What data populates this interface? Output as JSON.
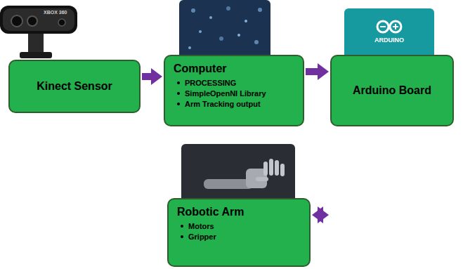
{
  "diagram": {
    "nodes": [
      {
        "text": [
          "Kinect Sensor"
        ]
      },
      {
        "text": [
          "Computer",
          "PROCESSING",
          "SimpleOpenNI Library",
          "Arm Tracking output"
        ]
      },
      {
        "text": [
          "Arduino Board"
        ]
      },
      {
        "text": [
          "Robotic Arm",
          "Motors",
          "Gripper"
        ]
      }
    ],
    "edges": [
      {
        "from": 0,
        "to": 1,
        "arrow": "to"
      },
      {
        "from": 1,
        "to": 2,
        "arrow": "to"
      },
      {
        "from": 2,
        "to": 3,
        "arrow": "both"
      }
    ],
    "labels": [
      "XBOX 360",
      "ARDUINO"
    ]
  }
}
